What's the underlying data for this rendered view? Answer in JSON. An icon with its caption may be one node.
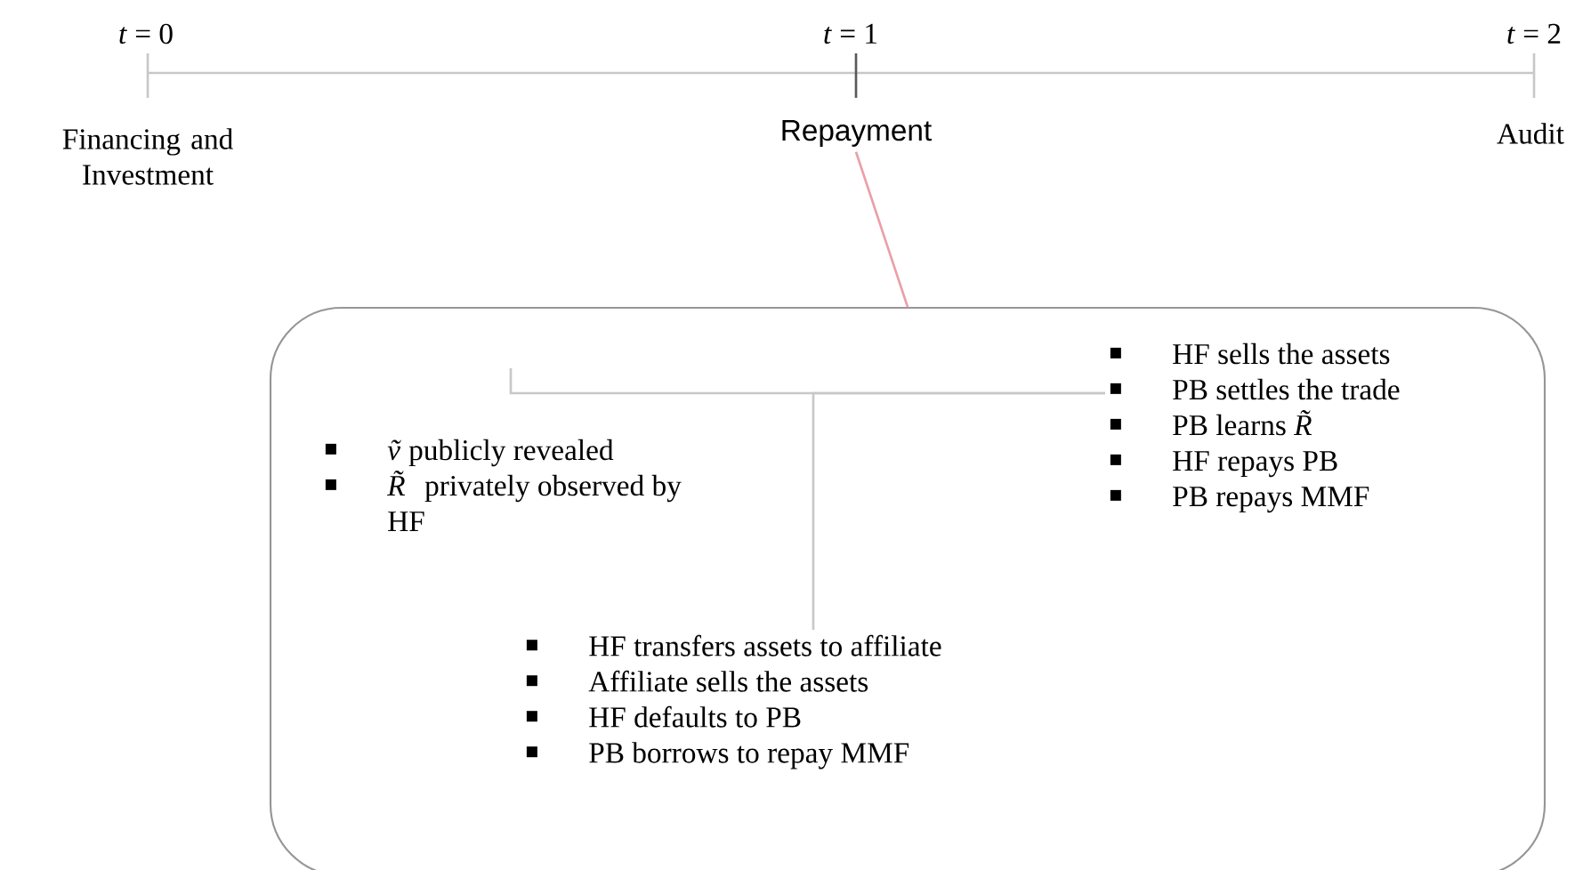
{
  "diagram": {
    "nodes": [
      {
        "text": [
          "Financing and Investment"
        ],
        "beside": [
          "*t* = 0"
        ]
      },
      {
        "text": [
          "Repayment"
        ],
        "beside": [
          "*t* = 1"
        ]
      },
      {
        "text": [
          "Audit"
        ],
        "beside": [
          "*t* = 2"
        ]
      },
      {
        "text": [],
        "shape": "box"
      },
      {
        "text": [
          "*ṽ* publicly revealed",
          "*R̃* privately observed by HF"
        ],
        "in": 3
      },
      {
        "text": [
          "HF transfers assets to affiliate",
          "Affiliate sells the assets",
          "HF defaults to PB",
          "PB borrows to repay MMF"
        ],
        "in": 3
      },
      {
        "text": [
          "HF sells the assets",
          "PB settles the trade",
          "PB learns *R̃*",
          "HF repays PB",
          "PB repays MMF"
        ],
        "in": 3
      }
    ],
    "edges": [
      {
        "from": 1,
        "to": 3,
        "arrow": "none",
        "color": "#e8a0a8"
      },
      {
        "from": 6,
        "to": 4,
        "arrow": "none"
      },
      {
        "from": 6,
        "to": 5,
        "arrow": "none"
      }
    ]
  }
}
